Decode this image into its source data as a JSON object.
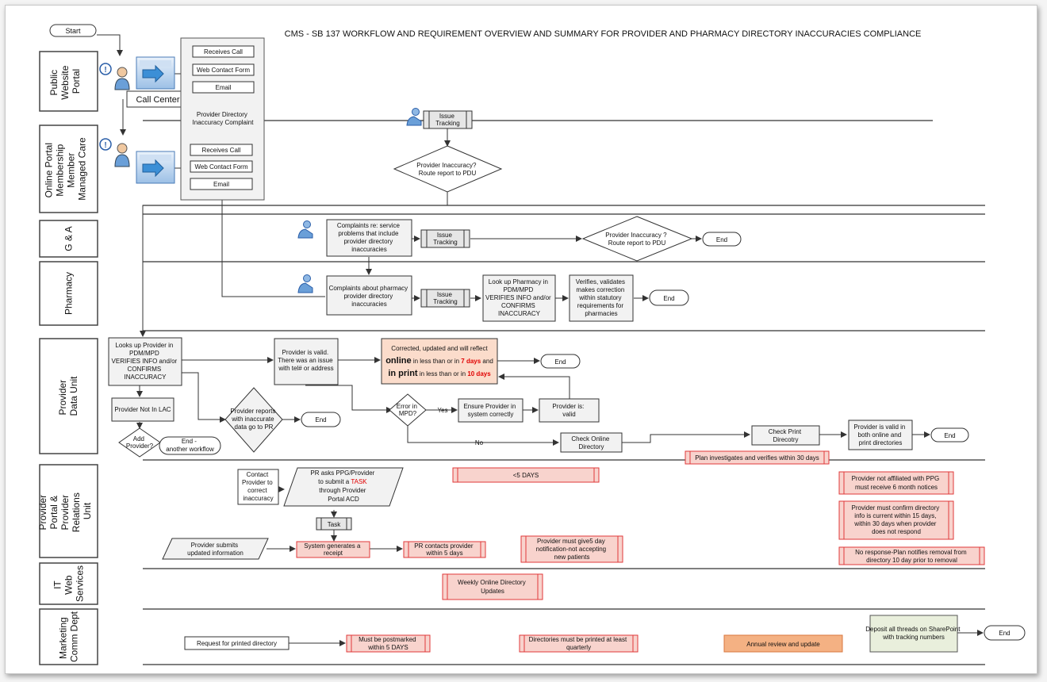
{
  "title": "CMS - SB 137 WORKFLOW AND REQUIREMENT OVERVIEW AND SUMMARY FOR PROVIDER AND PHARMACY DIRECTORY INACCURACIES COMPLIANCE",
  "colors": {
    "process_fill": "#f2f2f2",
    "timeframe_fill": "#f8d3cd",
    "timeframe_border": "#e03a3a",
    "highlight_fill": "#fbdccb",
    "orange_fill": "#f4b183",
    "green_fill": "#e9efdc",
    "stroke": "#404040"
  },
  "lanes": {
    "public": [
      "Public",
      "Website",
      "Portal"
    ],
    "online": [
      "Online Portal",
      "Membership",
      "Member",
      "Managed Care"
    ],
    "ga": [
      "G & A"
    ],
    "pharmacy": [
      "Pharmacy"
    ],
    "pdu": [
      "Provider",
      "Data Unit"
    ],
    "pprelations": [
      "Provider",
      "Portal &",
      "Provider",
      "Relations",
      "Unit"
    ],
    "it": [
      "IT",
      "Web",
      "Services"
    ],
    "marketing": [
      "Marketing",
      "Comm Dept"
    ]
  },
  "nodes": {
    "start": "Start",
    "receives_call": "Receives Call",
    "web_contact": "Web Contact Form",
    "email": "Email",
    "call_center": "Call Center",
    "complaint": [
      "Provider Directory",
      "Inaccuracy Complaint"
    ],
    "receives_call_2": "Receives Call",
    "web_contact_2": "Web Contact Form",
    "email_2": "Email",
    "issue_tracking_1": [
      "Issue",
      "Tracking"
    ],
    "decision_pdu_1": [
      "Provider Inaccuracy?",
      "Route report to PDU"
    ],
    "ga_complaints": [
      "Complaints re: service",
      "problems that include",
      "provider directory",
      "inaccuracies"
    ],
    "issue_tracking_2": [
      "Issue",
      "Tracking"
    ],
    "decision_pdu_2": [
      "Provider Inaccuracy ?",
      "Route report to PDU"
    ],
    "end_ga": "End",
    "pharm_complaints": [
      "Complaints about pharmacy",
      "provider directory",
      "inaccuracies"
    ],
    "issue_tracking_3": [
      "Issue",
      "Tracking"
    ],
    "lookup_pharmacy": [
      "Look up Pharmacy in",
      "PDM/MPD",
      "VERIFIES INFO and/or",
      "CONFIRMS",
      "INACCURACY"
    ],
    "verifies_validates": [
      "Verifies, validates",
      "makes correction",
      "within statutory",
      "requirements for",
      "pharmacies"
    ],
    "end_pharm": "End",
    "lookup_provider": [
      "Looks up Provider in",
      "PDM/MPD",
      "VERIFIES INFO and/or",
      "CONFIRMS",
      "INACCURACY"
    ],
    "provider_valid": [
      "Provider is valid.",
      "There was an issue",
      "with tel# or address"
    ],
    "corrected_1": "Corrected, updated and will reflect",
    "corrected_online": "online",
    "corrected_mid1": " in less than or in ",
    "corrected_7days": "7 days",
    "corrected_and": " and",
    "corrected_print": "in print",
    "corrected_mid2": " in less than or in ",
    "corrected_10days": "10 days",
    "end_corrected": "End",
    "not_in_lac": "Provider Not In LAC",
    "add_provider": [
      "Add",
      "Provider?"
    ],
    "end_another": [
      "End -",
      "another workflow"
    ],
    "provider_reports": [
      "Provider reports",
      "with inaccurate",
      "data go to PR"
    ],
    "end_reports": "End",
    "error_mpd": [
      "Error in",
      "MPD?"
    ],
    "yes": "Yes",
    "no": "No",
    "ensure_provider": [
      "Ensure Provider in",
      "system correctly"
    ],
    "provider_is_valid": [
      "Provider is:",
      "valid"
    ],
    "check_online": [
      "Check Online",
      "Directory"
    ],
    "check_print": [
      "Check Print",
      "Direcotry"
    ],
    "valid_both": [
      "Provider is valid in",
      "both online and",
      "print directories"
    ],
    "end_valid": "End",
    "plan_investigates": "Plan investigates and verifies within 30 days",
    "contact_provider": [
      "Contact",
      "Provider to",
      "correct",
      "inaccuracy"
    ],
    "pr_asks_1": "PR asks PPG/Provider",
    "pr_asks_2": "to submit a ",
    "pr_asks_task": "TASK",
    "pr_asks_3": "through Provider",
    "pr_asks_4": "Portal ACD",
    "less_5_days": "<5 DAYS",
    "task": "Task",
    "provider_submits": [
      "Provider submits",
      "updated information"
    ],
    "system_receipt": [
      "System generates a",
      "receipt"
    ],
    "pr_contacts": [
      "PR contacts provider",
      "within 5 days"
    ],
    "give_5_day": [
      "Provider must give5 day",
      "notification-not accepting",
      "new patients"
    ],
    "not_affiliated": [
      "Provider not affiliated with PPG",
      "must receive 6 month notices"
    ],
    "must_confirm": [
      "Provider must confirm directory",
      "info is current within 15 days,",
      "within 30 days when provider",
      "does not respond"
    ],
    "no_response": [
      "No response-Plan notifies removal from",
      "directory 10 day prior to removal"
    ],
    "weekly_updates": [
      "Weekly Online Directory",
      "Updates"
    ],
    "request_printed": "Request for printed directory",
    "postmarked": [
      "Must be postmarked",
      "within 5 DAYS"
    ],
    "printed_quarterly": [
      "Directories must be printed at least",
      "quarterly"
    ],
    "annual_review": "Annual review and update",
    "deposit_threads": [
      "Deposit all threads on SharePoint",
      "with tracking numbers"
    ],
    "end_final": "End"
  }
}
